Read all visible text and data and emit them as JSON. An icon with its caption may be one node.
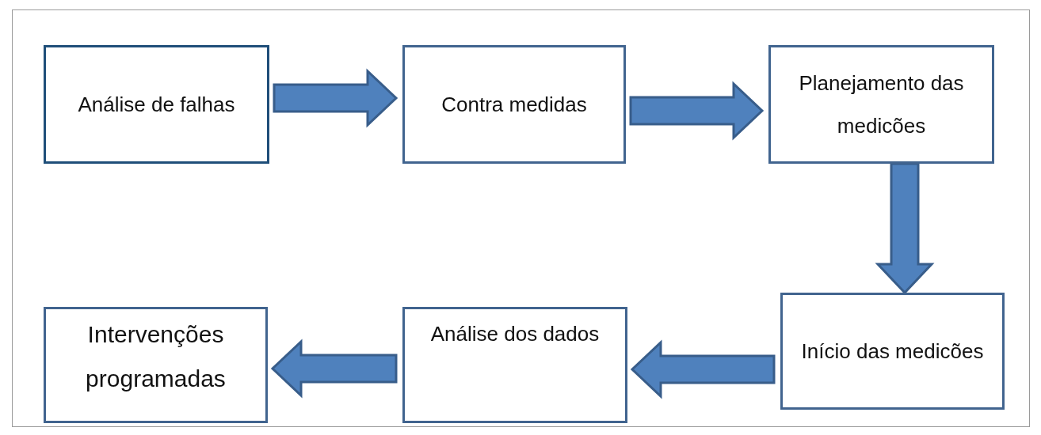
{
  "diagram": {
    "nodes": [
      {
        "text": [
          "Análise de falhas"
        ]
      },
      {
        "text": [
          "Contra medidas"
        ]
      },
      {
        "text": [
          "Planejamento das medicões"
        ]
      },
      {
        "text": [
          "Início das medicões"
        ]
      },
      {
        "text": [
          "Análise dos dados"
        ]
      },
      {
        "text": [
          "Intervenções programadas"
        ]
      }
    ],
    "edges": [
      {
        "from": 0,
        "to": 1,
        "arrow": "to"
      },
      {
        "from": 1,
        "to": 2,
        "arrow": "to"
      },
      {
        "from": 2,
        "to": 3,
        "arrow": "to"
      },
      {
        "from": 3,
        "to": 4,
        "arrow": "to"
      },
      {
        "from": 4,
        "to": 5,
        "arrow": "to"
      }
    ]
  }
}
